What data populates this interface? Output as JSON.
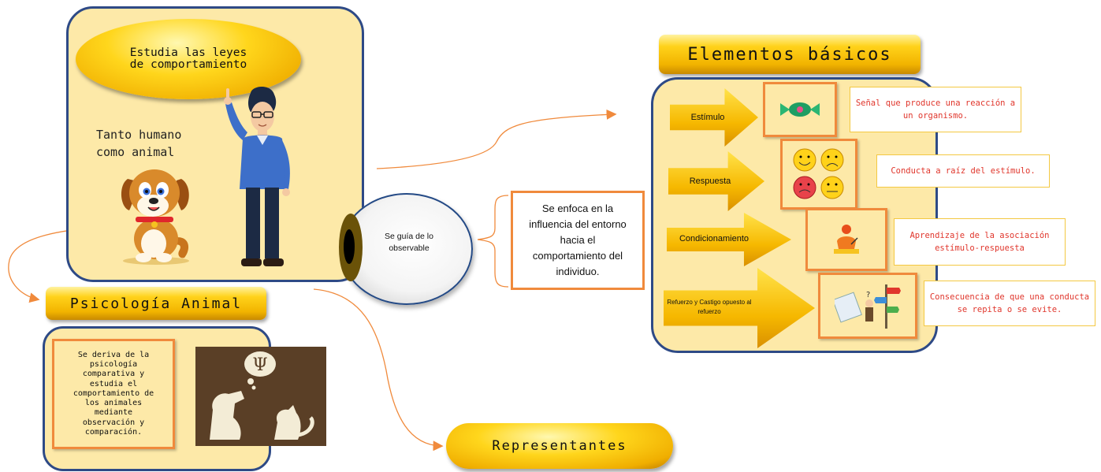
{
  "main_topic": {
    "title": "Estudia las leyes de comportamiento",
    "subject_note": "Tanto humano como animal"
  },
  "eye_node": {
    "label": "Se guía de lo observable"
  },
  "focus_box": {
    "text": "Se enfoca en la influencia del entorno hacia el comportamiento del individuo."
  },
  "elements": {
    "title": "Elementos básicos",
    "items": [
      {
        "label": "Estímulo",
        "icon": "candy-icon",
        "definition": "Señal que produce una reacción a un organismo."
      },
      {
        "label": "Respuesta",
        "icon": "emoji-faces-icon",
        "definition": "Conducta a raíz del estímulo."
      },
      {
        "label": "Condicionamiento",
        "icon": "writing-person-icon",
        "definition": "Aprendizaje de la asociación estímulo-respuesta"
      },
      {
        "label": "Refuerzo y Castigo opuesto al refuerzo",
        "icon": "decision-signpost-icon",
        "definition": "Consecuencia de que una conducta se repita o se evite."
      }
    ]
  },
  "animal_psych": {
    "title": "Psicología Animal",
    "description": "Se deriva de la psicología comparativa y estudia el comportamiento de los animales mediante observación y comparación.",
    "psi_symbol": "Ψ"
  },
  "representantes": {
    "title": "Representantes"
  },
  "colors": {
    "panel_fill": "#fde9a8",
    "panel_border": "#2e4a86",
    "connector": "#f08a3c",
    "gold": "#ffd21a",
    "definition_text": "#e0362c"
  }
}
